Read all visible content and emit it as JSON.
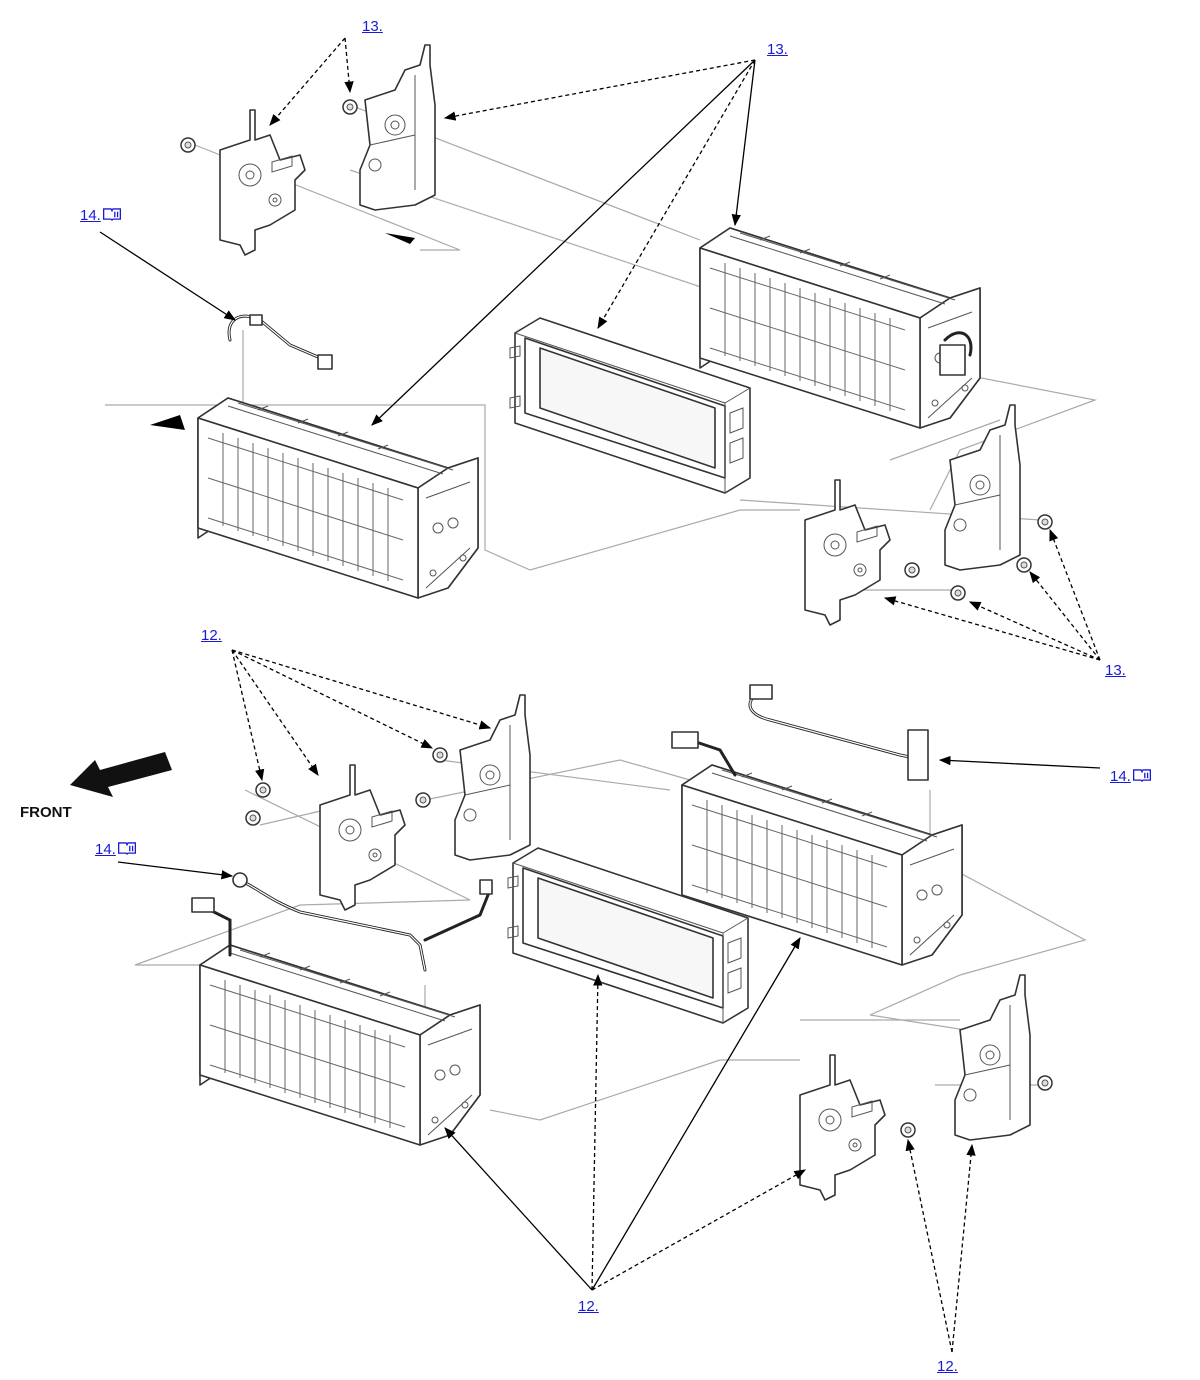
{
  "labels": {
    "ref_13": "13.",
    "ref_12": "12.",
    "ref_14": "14.",
    "front": "FRONT"
  },
  "icons": {
    "info_book": "info-book-icon"
  },
  "colors": {
    "link": "#1a1ad6",
    "line": "#000000",
    "part_outline": "#333333",
    "guide_line": "#aaaaaa"
  }
}
